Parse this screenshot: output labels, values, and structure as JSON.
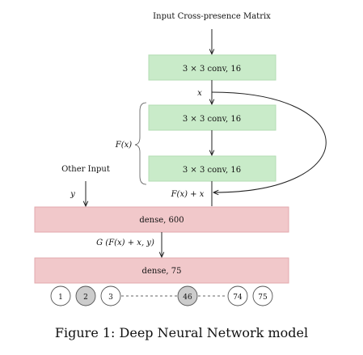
{
  "input_label": "Input Cross-presence Matrix",
  "conv_blocks": [
    {
      "label": "3 × 3 conv, 16"
    },
    {
      "label": "3 × 3 conv, 16"
    },
    {
      "label": "3 × 3 conv, 16"
    }
  ],
  "x_label": "x",
  "fx_label": "F(x)",
  "fx_plus_x_label": "F(x) + x",
  "other_input_label": "Other Input",
  "y_label": "y",
  "dense_blocks": [
    {
      "label": "dense, 600"
    },
    {
      "label": "dense, 75"
    }
  ],
  "g_label": "G (F(x) + x, y)",
  "output_nodes": [
    {
      "label": "1",
      "highlight": false
    },
    {
      "label": "2",
      "highlight": true
    },
    {
      "label": "3",
      "highlight": false
    },
    {
      "label": "46",
      "highlight": true
    },
    {
      "label": "74",
      "highlight": false
    },
    {
      "label": "75",
      "highlight": false
    }
  ],
  "caption": "Figure 1: Deep Neural Network model",
  "colors": {
    "conv_fill": "#c9ebc9",
    "conv_stroke": "#b3dcb3",
    "dense_fill": "#f1c8ca",
    "dense_stroke": "#e2a9ad",
    "node_highlight": "#cccccc",
    "line": "#222222"
  }
}
